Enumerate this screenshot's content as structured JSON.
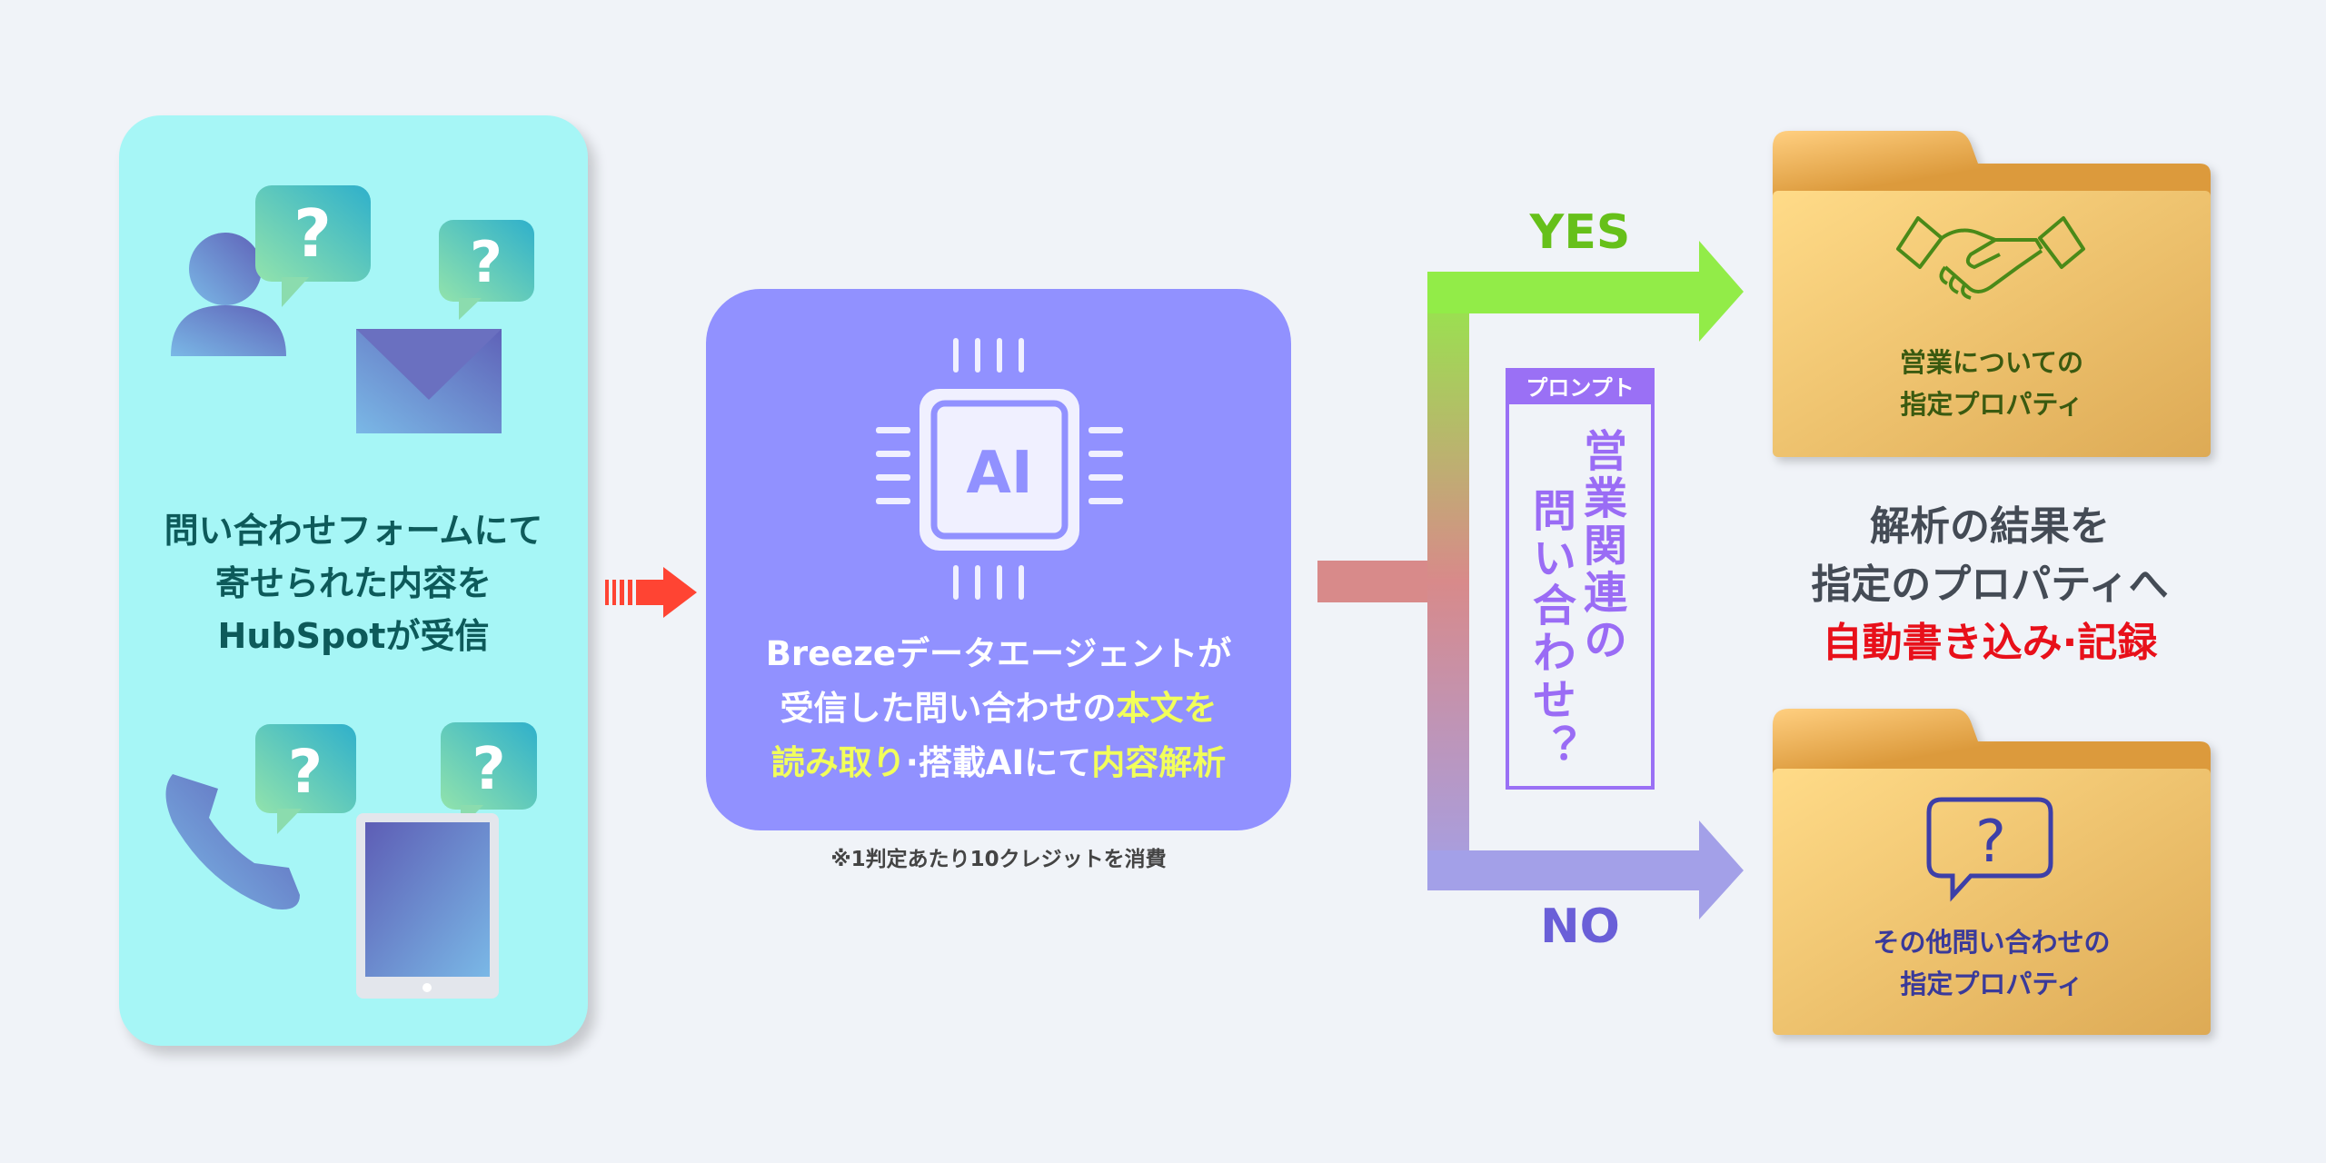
{
  "left_panel": {
    "lines": [
      "問い合わせフォームにて",
      "寄せられた内容を",
      "HubSpotが受信"
    ],
    "question_mark": "?"
  },
  "ai_box": {
    "chip_label": "AI",
    "line1": "Breezeデータエージェントが",
    "line2_a": "受信した問い合わせの",
    "line2_b": "本文を",
    "line3_a": "読み取り",
    "line3_b": "·搭載AIにて",
    "line3_c": "内容解析",
    "footnote": "※1判定あたり10クレジットを消費"
  },
  "branch": {
    "yes": "YES",
    "no": "NO",
    "yes_color": "#66c01a",
    "no_color": "#6a5fd8"
  },
  "prompt": {
    "header": "プロンプト",
    "col1": "営業関連の",
    "col2": "問い合わせ？"
  },
  "folders": [
    {
      "lines": [
        "営業についての",
        "指定プロパティ"
      ],
      "icon": "handshake-icon"
    },
    {
      "lines": [
        "その他問い合わせの",
        "指定プロパティ"
      ],
      "icon": "question-bubble-icon"
    }
  ],
  "result": {
    "line1": "解析の結果を",
    "line2": "指定のプロパティへ",
    "line3": "自動書き込み·記録",
    "accent": "#e8101a"
  }
}
